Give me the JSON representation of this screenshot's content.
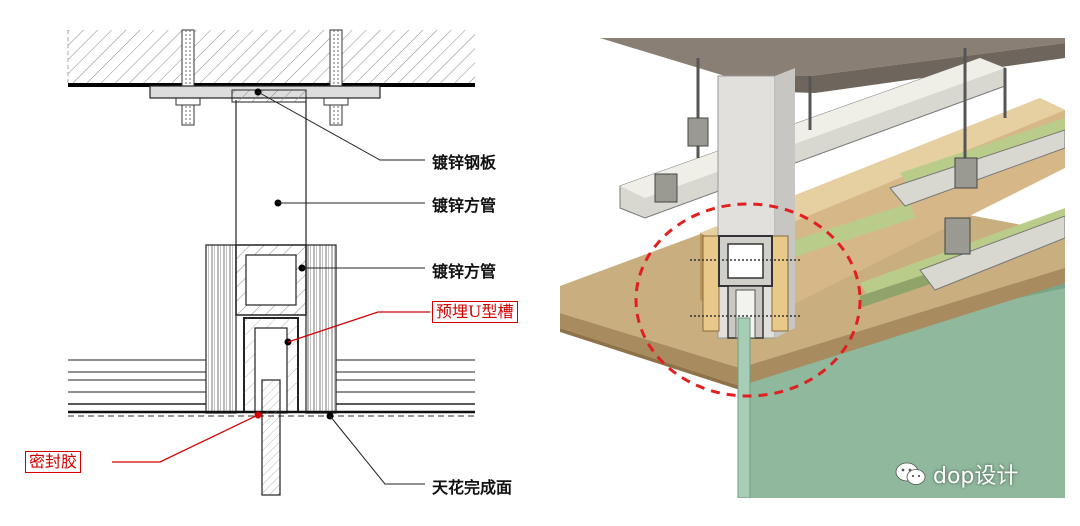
{
  "detail_drawing": {
    "labels": {
      "galvanized_steel_plate": "镀锌钢板",
      "galvanized_square_tube_upper": "镀锌方管",
      "galvanized_square_tube_lower": "镀锌方管",
      "embedded_u_channel": "预埋U型槽",
      "sealant": "密封胶",
      "ceiling_finish_surface": "天花完成面"
    },
    "highlight_color": "#d40000"
  },
  "illustration": {
    "highlight_circle_color": "#e02020"
  },
  "watermark": {
    "text": "dop设计",
    "icon": "wechat-icon"
  }
}
